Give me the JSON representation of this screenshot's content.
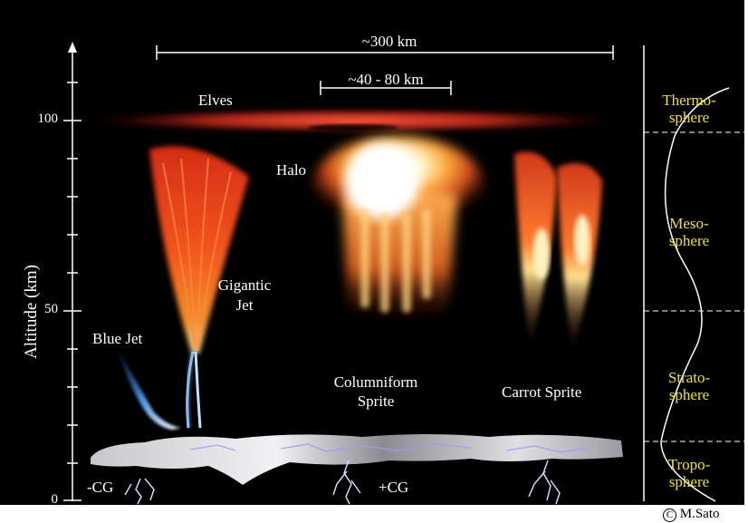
{
  "diagram": {
    "horizontal_scale": "~300 km",
    "sub_scale": "~40 - 80 km",
    "y_axis_label": "Altitude (km)",
    "y_ticks": [
      "100",
      "50",
      "0"
    ],
    "phenomena": {
      "elves": "Elves",
      "halo": "Halo",
      "gigantic_jet_line1": "Gigantic",
      "gigantic_jet_line2": "Jet",
      "blue_jet": "Blue Jet",
      "columniform_line1": "Columniform",
      "columniform_line2": "Sprite",
      "carrot_sprite": "Carrot Sprite"
    },
    "lightning": {
      "negative": "-CG",
      "positive": "+CG"
    },
    "atmosphere_layers": [
      {
        "line1": "Thermo-",
        "line2": "sphere"
      },
      {
        "line1": "Meso-",
        "line2": "sphere"
      },
      {
        "line1": "Strato-",
        "line2": "sphere"
      },
      {
        "line1": "Tropo-",
        "line2": "sphere"
      }
    ],
    "credit_symbol": "C",
    "credit": "M.Sato",
    "colors": {
      "background": "#000000",
      "label": "#ffffff",
      "layer_label": "#f0e02a",
      "sprite_red": "#c8281a",
      "blue_jet": "#5aa0e0"
    }
  }
}
